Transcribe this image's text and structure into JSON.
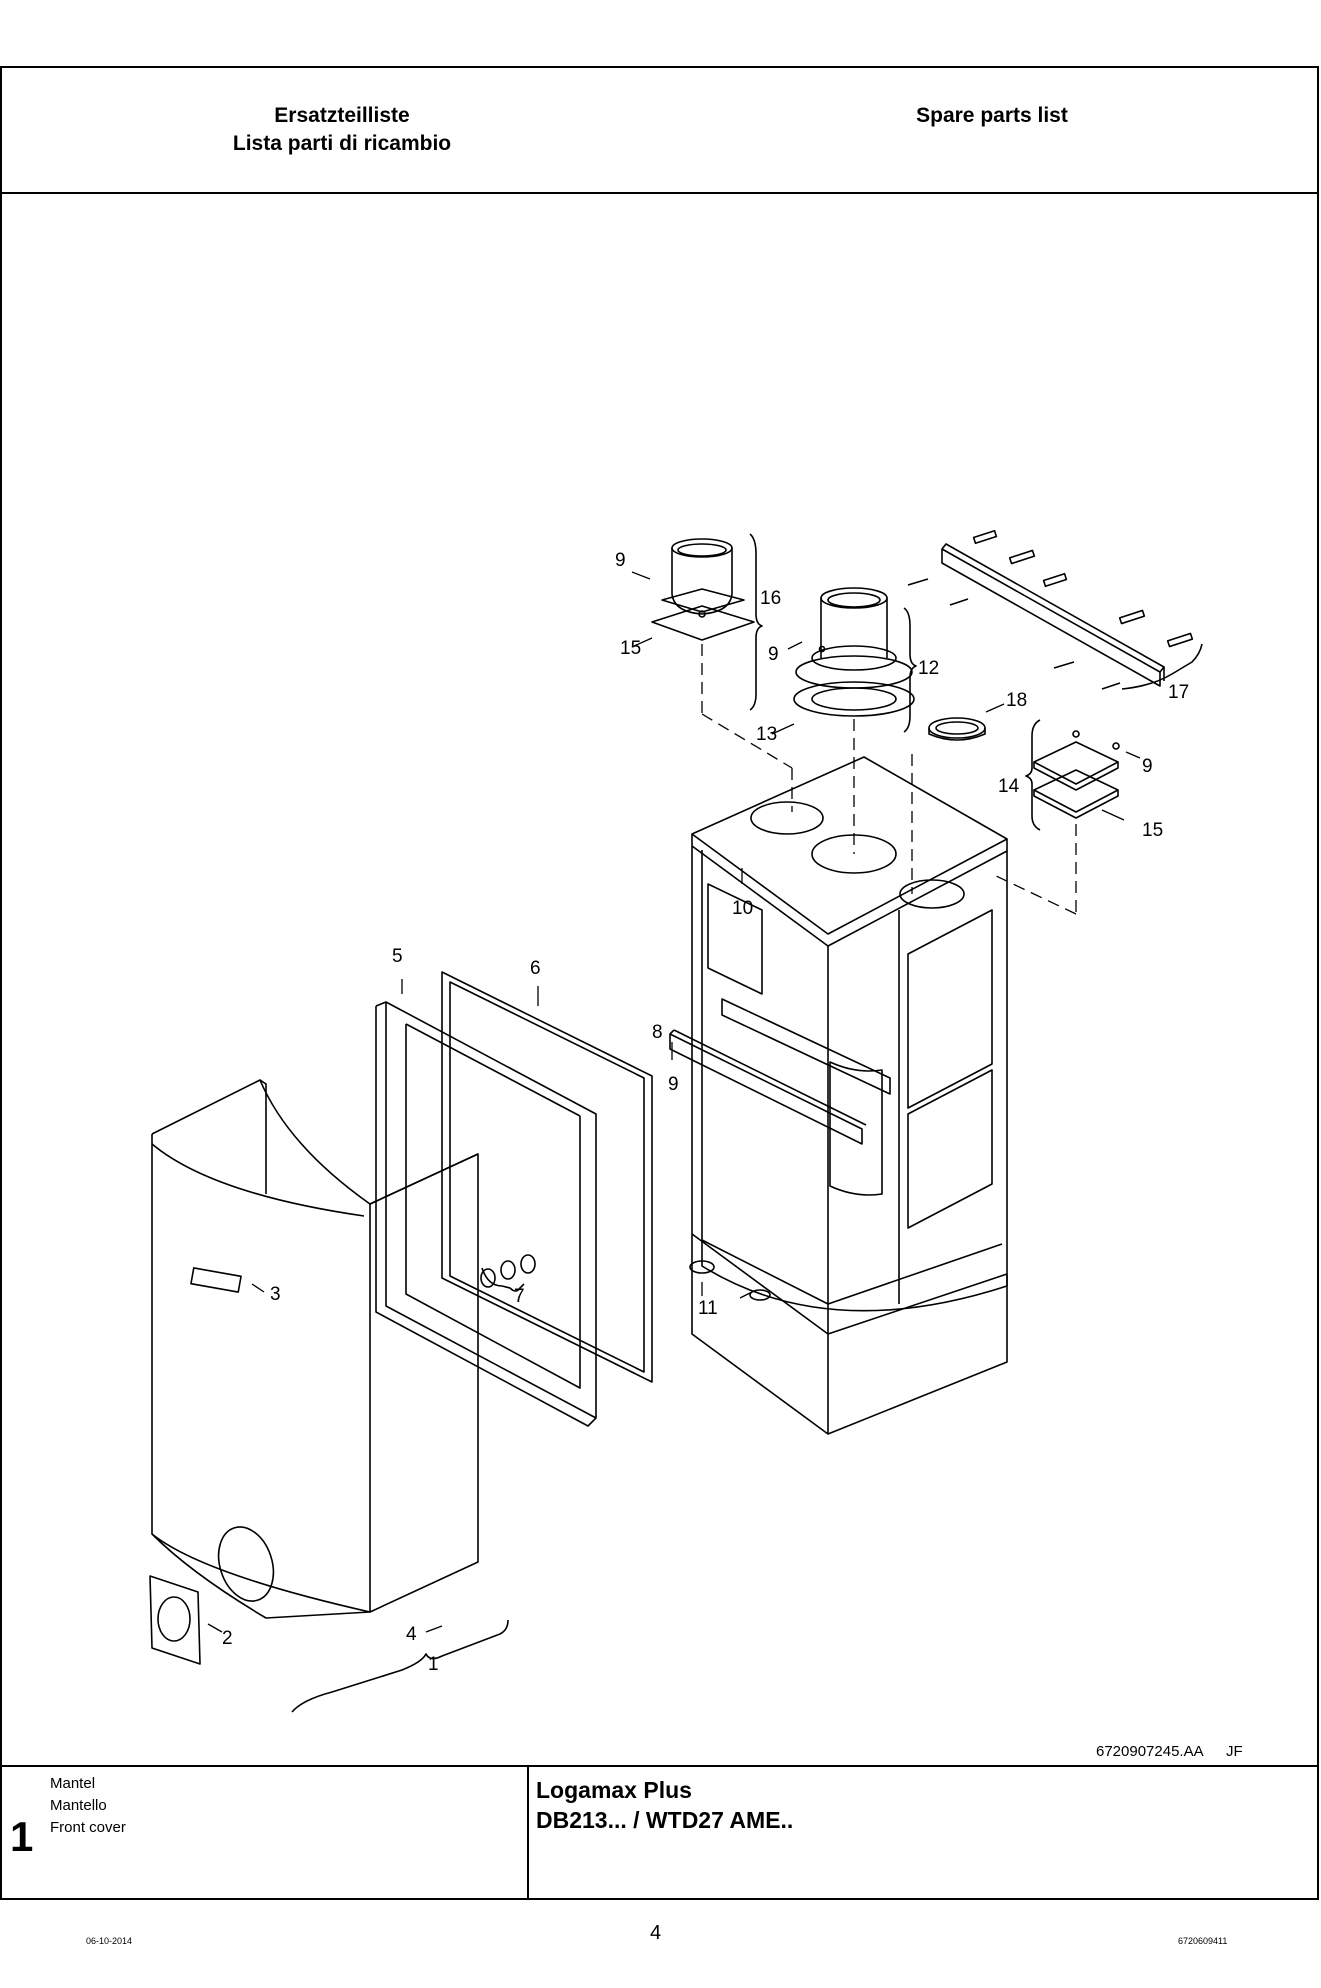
{
  "header": {
    "left_title_de": "Ersatzteilliste",
    "left_title_it": "Lista parti di ricambio",
    "right_title": "Spare parts list"
  },
  "drawing": {
    "reference": "6720907245.AA",
    "initials": "JF",
    "callouts": [
      "1",
      "2",
      "3",
      "4",
      "5",
      "6",
      "7",
      "8",
      "9",
      "9",
      "9",
      "9",
      "10",
      "11",
      "12",
      "13",
      "14",
      "15",
      "15",
      "16",
      "17",
      "18"
    ]
  },
  "footer": {
    "group_number": "1",
    "group_name_de": "Mantel",
    "group_name_it": "Mantello",
    "group_name_en": "Front cover",
    "product_line1": "Logamax Plus",
    "product_line2": "DB213... / WTD27 AME.."
  },
  "page": {
    "date": "06-10-2014",
    "number": "4",
    "doc_number": "6720609411"
  }
}
